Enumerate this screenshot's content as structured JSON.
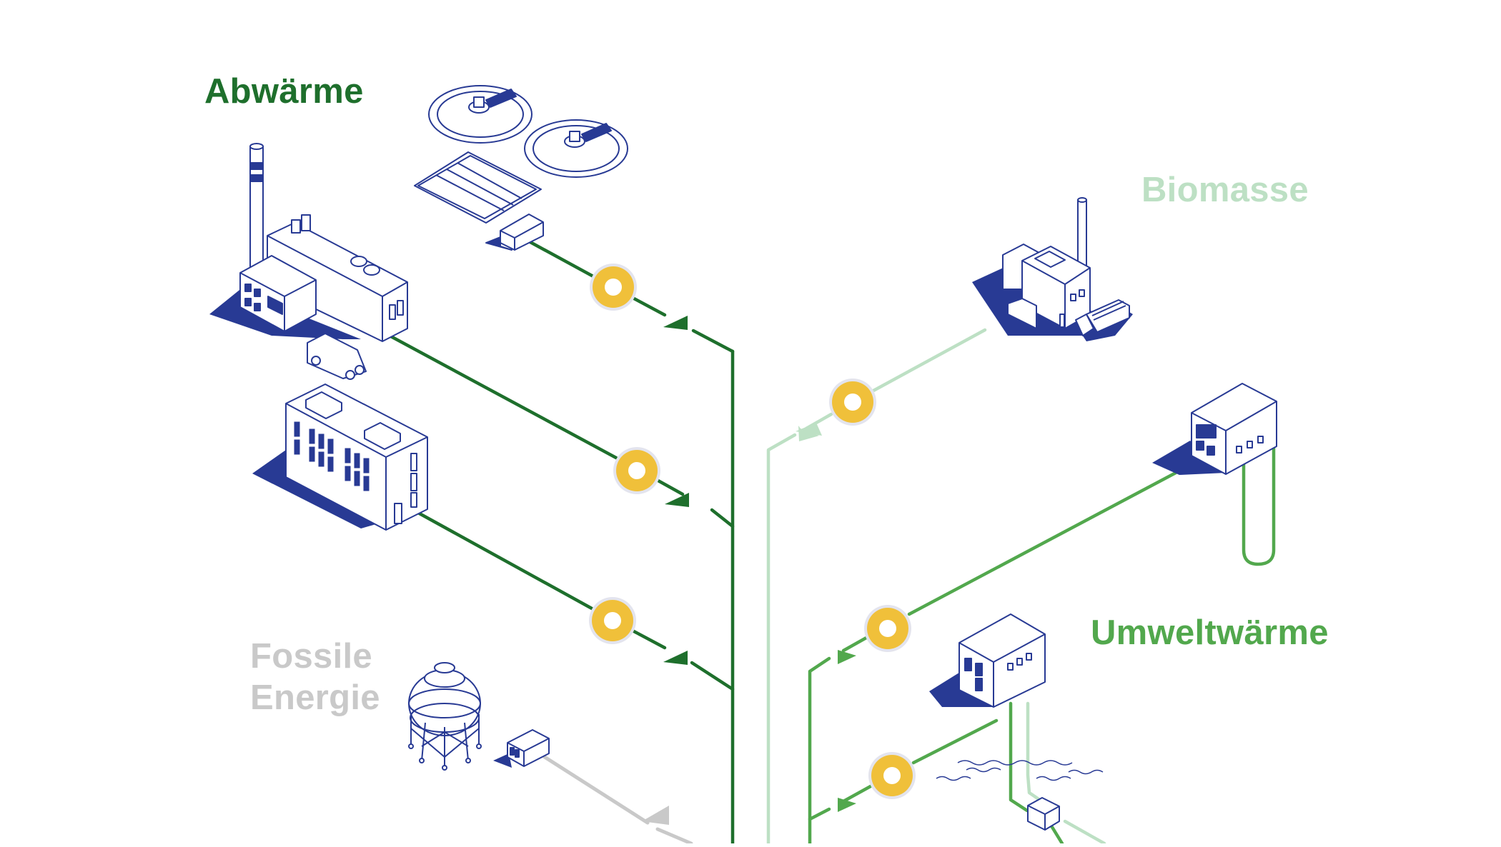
{
  "colors": {
    "abwaerme": "#1e6f2c",
    "biomasse": "#bde0c4",
    "umweltwaerme": "#52a84d",
    "fossil": "#c9c9c9",
    "building_ink": "#283a94",
    "pump": "#f0c03a",
    "pump_ring": "#e3e4ee"
  },
  "categories": {
    "abwaerme": {
      "label": "Abwärme"
    },
    "biomasse": {
      "label": "Biomasse"
    },
    "umweltwaerme": {
      "label": "Umweltwärme"
    },
    "fossil": {
      "line1": "Fossile",
      "line2": "Energie"
    }
  },
  "sources": [
    {
      "id": "waste-water-plant",
      "category": "abwaerme",
      "icon": "sewage-treatment-icon"
    },
    {
      "id": "waste-incineration",
      "category": "abwaerme",
      "icon": "incineration-plant-icon"
    },
    {
      "id": "office-building",
      "category": "abwaerme",
      "icon": "office-building-icon"
    },
    {
      "id": "biomass-plant",
      "category": "biomasse",
      "icon": "biomass-plant-icon"
    },
    {
      "id": "geothermal-house",
      "category": "umweltwaerme",
      "icon": "geothermal-probe-icon"
    },
    {
      "id": "lake-water-house",
      "category": "umweltwaerme",
      "icon": "lake-heat-pump-icon"
    },
    {
      "id": "gas-storage",
      "category": "fossil",
      "icon": "gas-tank-icon"
    }
  ]
}
